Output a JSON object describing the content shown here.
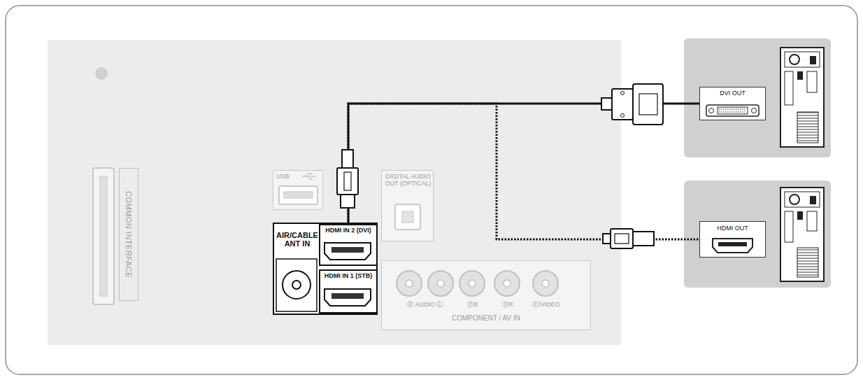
{
  "diagram": {
    "nodes": [
      {
        "text": [
          "COMMON INTERFACE"
        ]
      },
      {
        "text": [
          "USB"
        ]
      },
      {
        "text": [
          "DIGITAL AUDIO OUT (OPTICAL)"
        ]
      },
      {
        "text": [
          "AIR/CABLE ANT IN"
        ]
      },
      {
        "text": [
          "HDMI IN 2 (DVI)"
        ],
        "in": 3
      },
      {
        "text": [
          "HDMI IN 1 (STB)"
        ],
        "in": 3
      },
      {
        "text": [
          "Ⓡ AUDIO Ⓛ",
          "ⓅB",
          "ⓅR",
          "Ⓨ/VIDEO",
          "COMPONENT / AV IN"
        ]
      },
      {
        "text": [
          "DVI OUT"
        ]
      },
      {
        "text": [
          "HDMI OUT"
        ]
      }
    ],
    "edges": [
      {
        "from": 4,
        "to": 7,
        "arrow": "none"
      },
      {
        "from": 4,
        "to": 8,
        "arrow": "none"
      }
    ]
  }
}
